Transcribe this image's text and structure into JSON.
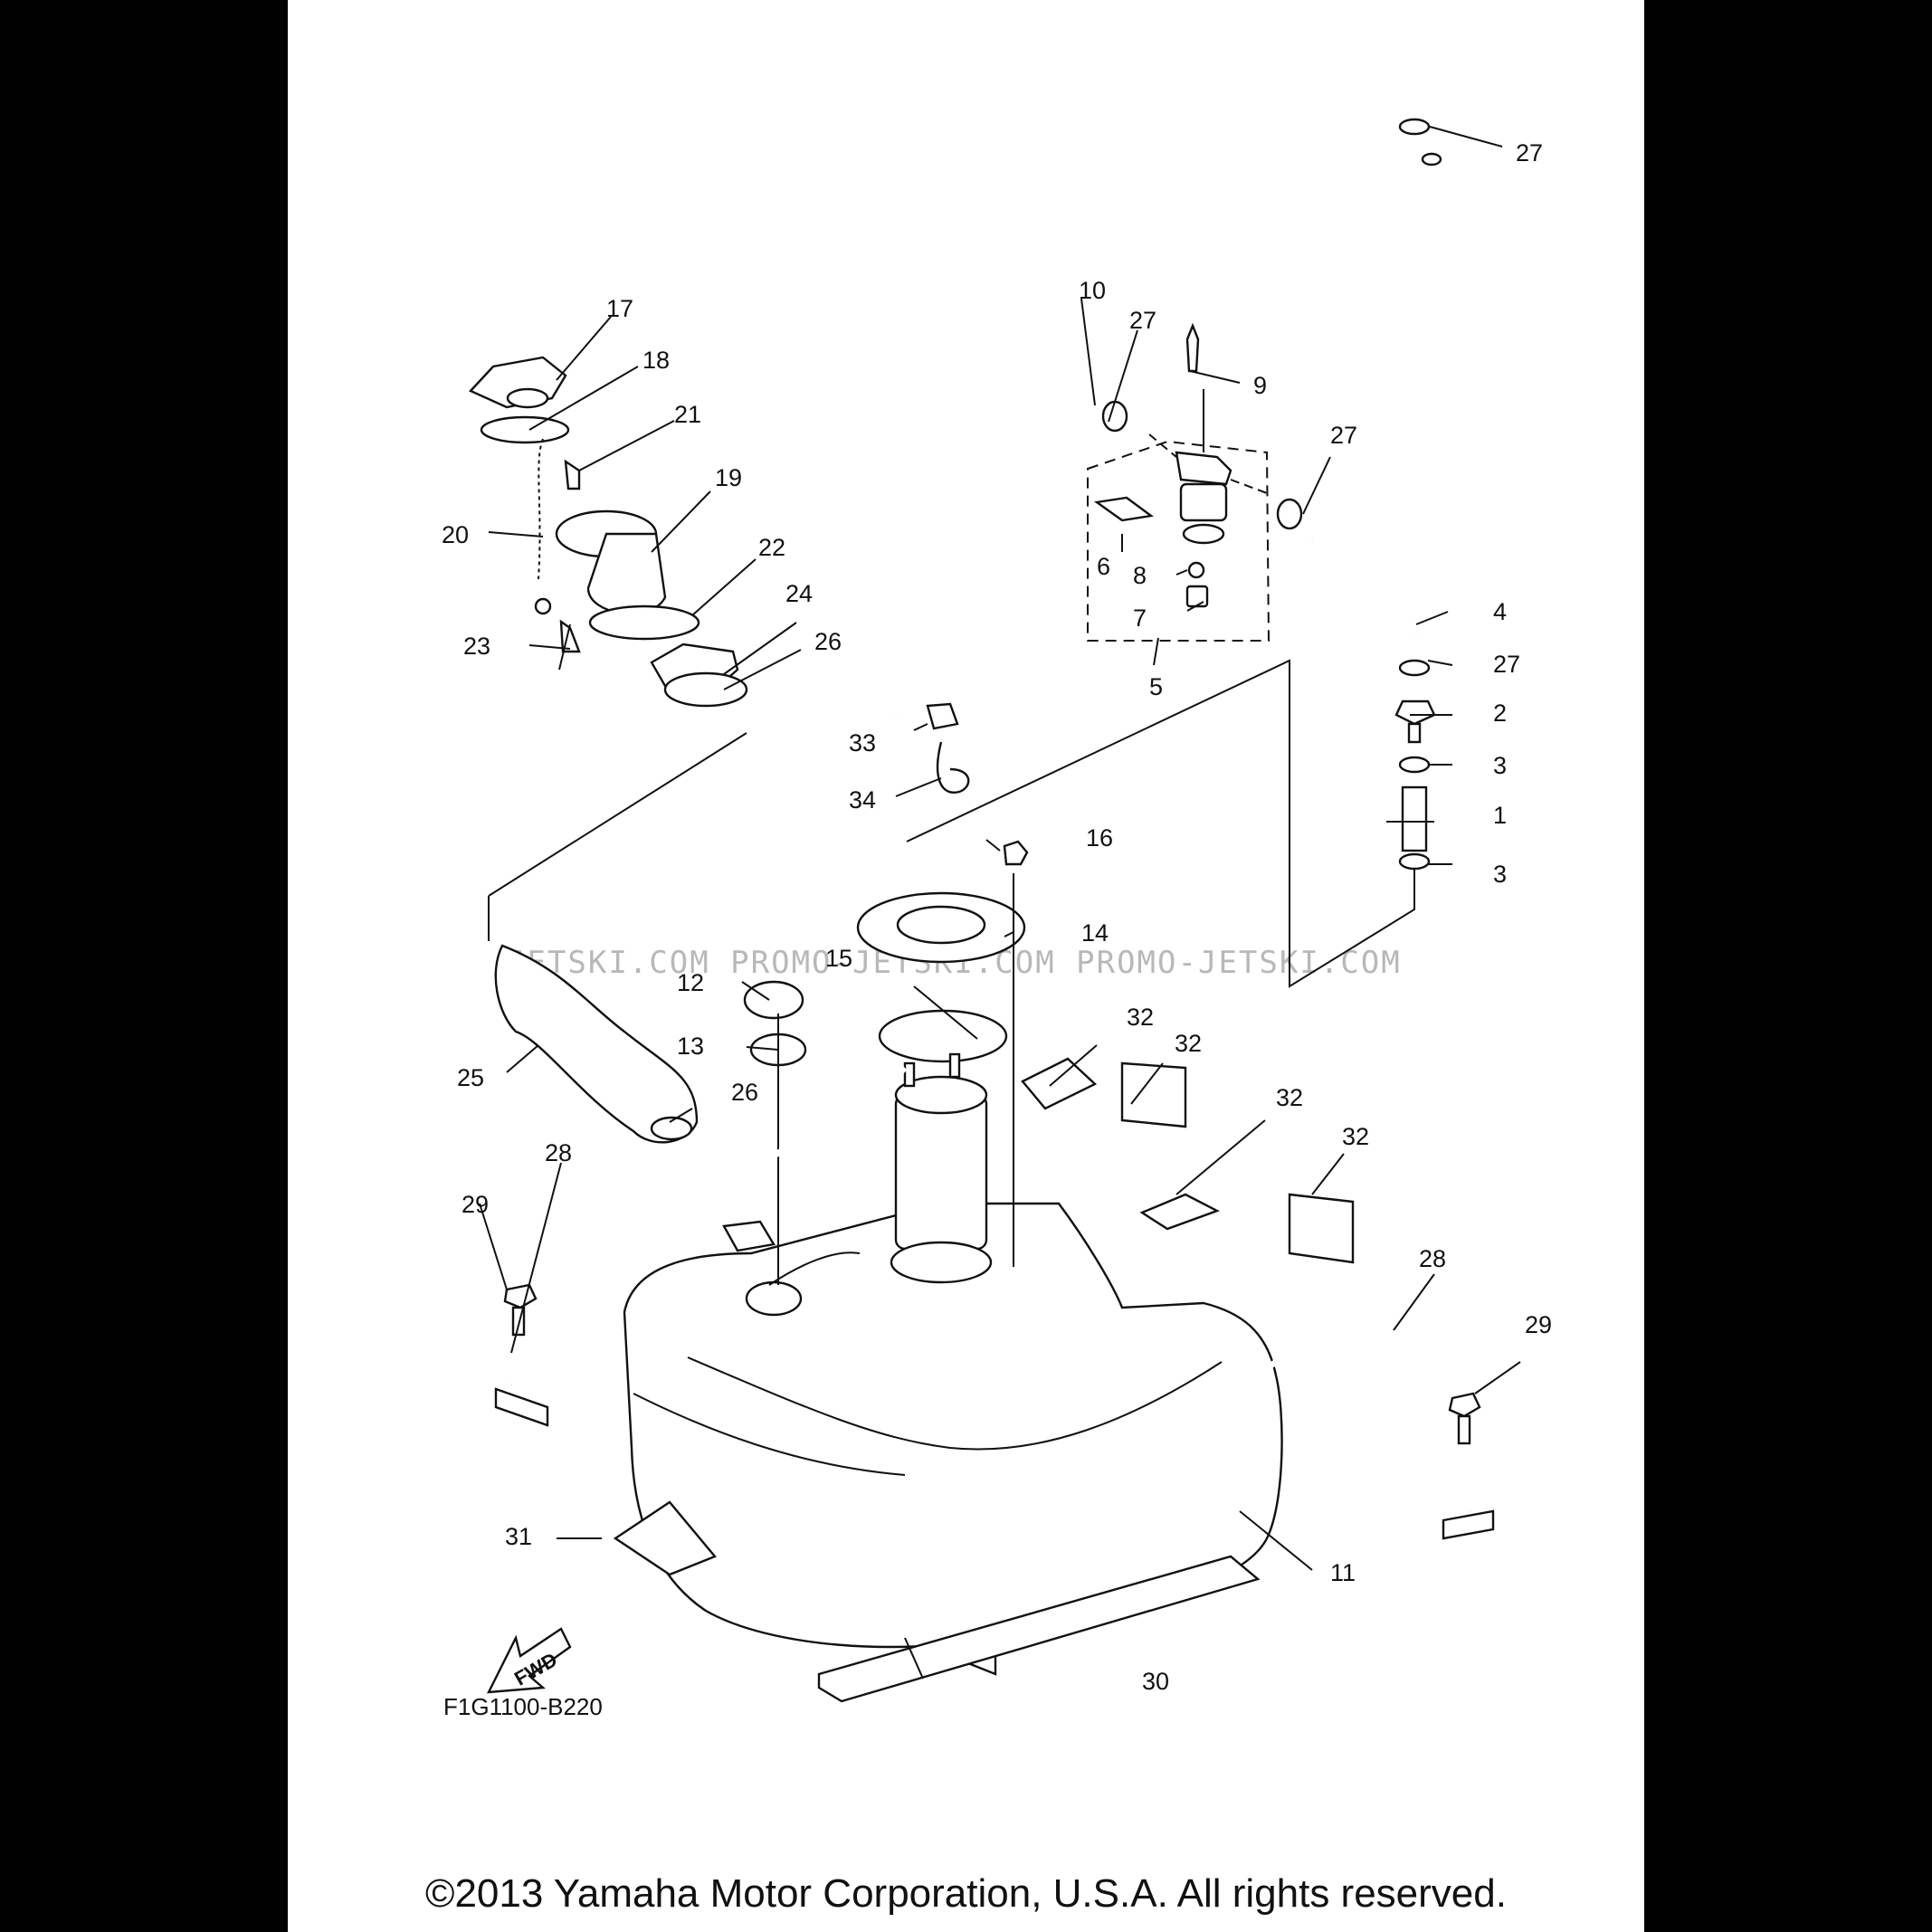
{
  "diagram_code": "F1G1100-B220",
  "fwd_label": "FWD",
  "watermark": "JETSKI.COM   PROMO-JETSKI.COM   PROMO-JETSKI.COM",
  "copyright": "©2013 Yamaha Motor Corporation, U.S.A. All rights reserved.",
  "callouts": [
    "1",
    "2",
    "3",
    "3",
    "4",
    "5",
    "6",
    "7",
    "8",
    "9",
    "10",
    "11",
    "12",
    "13",
    "14",
    "15",
    "16",
    "17",
    "18",
    "19",
    "20",
    "21",
    "22",
    "23",
    "24",
    "25",
    "26",
    "26",
    "27",
    "27",
    "27",
    "27",
    "28",
    "28",
    "29",
    "29",
    "30",
    "31",
    "32",
    "32",
    "32",
    "32",
    "33",
    "34"
  ]
}
